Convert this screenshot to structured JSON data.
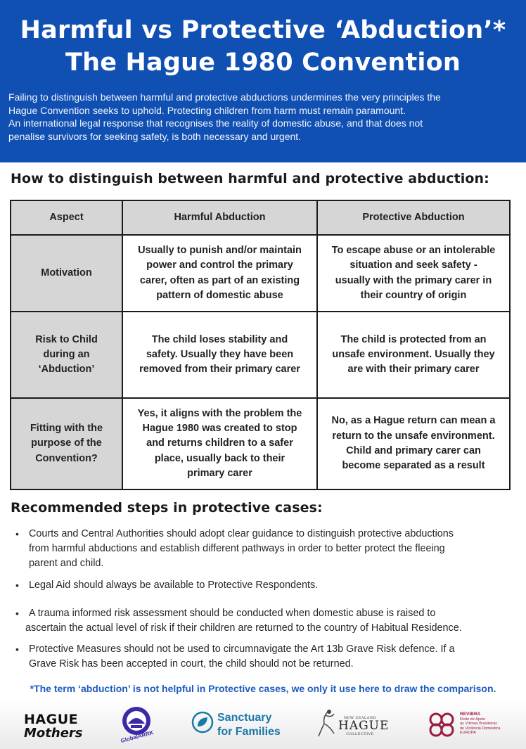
{
  "header": {
    "title_line1": "Harmful vs Protective ‘Abduction’*",
    "title_line2": "The Hague 1980 Convention",
    "intro_line1": "Failing to distinguish between harmful and protective abductions undermines the very principles the",
    "intro_line2": "Hague Convention seeks to uphold. Protecting children from harm must remain paramount.",
    "intro_line3": "An international legal response that recognises the reality of domestic abuse, and that does not",
    "intro_line4": "penalise survivors for seeking safety, is both necessary and urgent.",
    "background_color": "#1150b3"
  },
  "how_heading": "How to distinguish between harmful and protective abduction:",
  "table": {
    "headers": [
      "Aspect",
      "Harmful Abduction",
      "Protective Abduction"
    ],
    "rows": [
      {
        "aspect": [
          "Motivation"
        ],
        "harmful": [
          "Usually to punish and/or maintain",
          "power and control the primary",
          "carer, often as part of an existing",
          "pattern of domestic abuse"
        ],
        "protective": [
          "To escape abuse or an intolerable",
          "situation and seek safety -",
          "usually with the primary carer in",
          "their country of origin"
        ]
      },
      {
        "aspect": [
          "Risk to Child",
          "during an",
          "‘Abduction’"
        ],
        "harmful": [
          "The child loses stability and",
          "safety. Usually they have been",
          "removed from their primary  carer"
        ],
        "protective": [
          "The child is protected from an",
          "unsafe environment. Usually they",
          "are with their primary carer"
        ]
      },
      {
        "aspect": [
          "Fitting with the",
          "purpose of the",
          "Convention?"
        ],
        "harmful": [
          "Yes, it aligns with the problem the",
          "Hague 1980 was created to stop",
          "and returns children to a safer",
          "place, usually back to their",
          "primary carer"
        ],
        "protective": [
          "No, as a Hague return can mean a",
          "return to the unsafe environment.",
          "Child and primary carer can",
          "become separated as a result"
        ]
      }
    ]
  },
  "recommended_heading": "Recommended steps in protective cases:",
  "steps": [
    {
      "bullet": "•",
      "lines": [
        "Courts and Central Authorities should adopt clear guidance to distinguish protective abductions",
        "from harmful abductions and establish different pathways in order to better protect the fleeing",
        "parent and child."
      ]
    },
    {
      "bullet": "•",
      "lines": [
        "Legal Aid should always be available to Protective Respondents."
      ]
    },
    {
      "bullet": "•",
      "lines": [
        "A trauma informed risk assessment should be conducted when domestic abuse is raised to",
        "ascertain the actual level of risk if their children are returned to the country of Habitual Residence."
      ]
    },
    {
      "bullet": "•",
      "lines": [
        "Protective Measures should not be used to circumnavigate the Art 13b Grave Risk defence. If a",
        "Grave Risk has been accepted in court, the child should not be returned."
      ]
    }
  ],
  "footnote": "*The term ‘abduction’ is not helpful in Protective cases, we only it use here to draw the comparison.",
  "footnote_color": "#1e5bbf",
  "logos": {
    "hague_mothers_l1": "HAGUE",
    "hague_mothers_l2": "Mothers",
    "globalarrk": "GlobalARRK",
    "sanctuary_l1": "Sanctuary",
    "sanctuary_l2": "for Families",
    "nz_hague_top": "NEW ZEALAND",
    "nz_hague_main": "HAGUE",
    "nz_hague_bottom": "COLLECTIVE",
    "revibra_name": "REVIBRA",
    "revibra_l1": "Rede de Apoio",
    "revibra_l2": "às Vítimas Brasileiras",
    "revibra_l3": "de Violência Doméstica",
    "revibra_l4": "EUROPA"
  }
}
